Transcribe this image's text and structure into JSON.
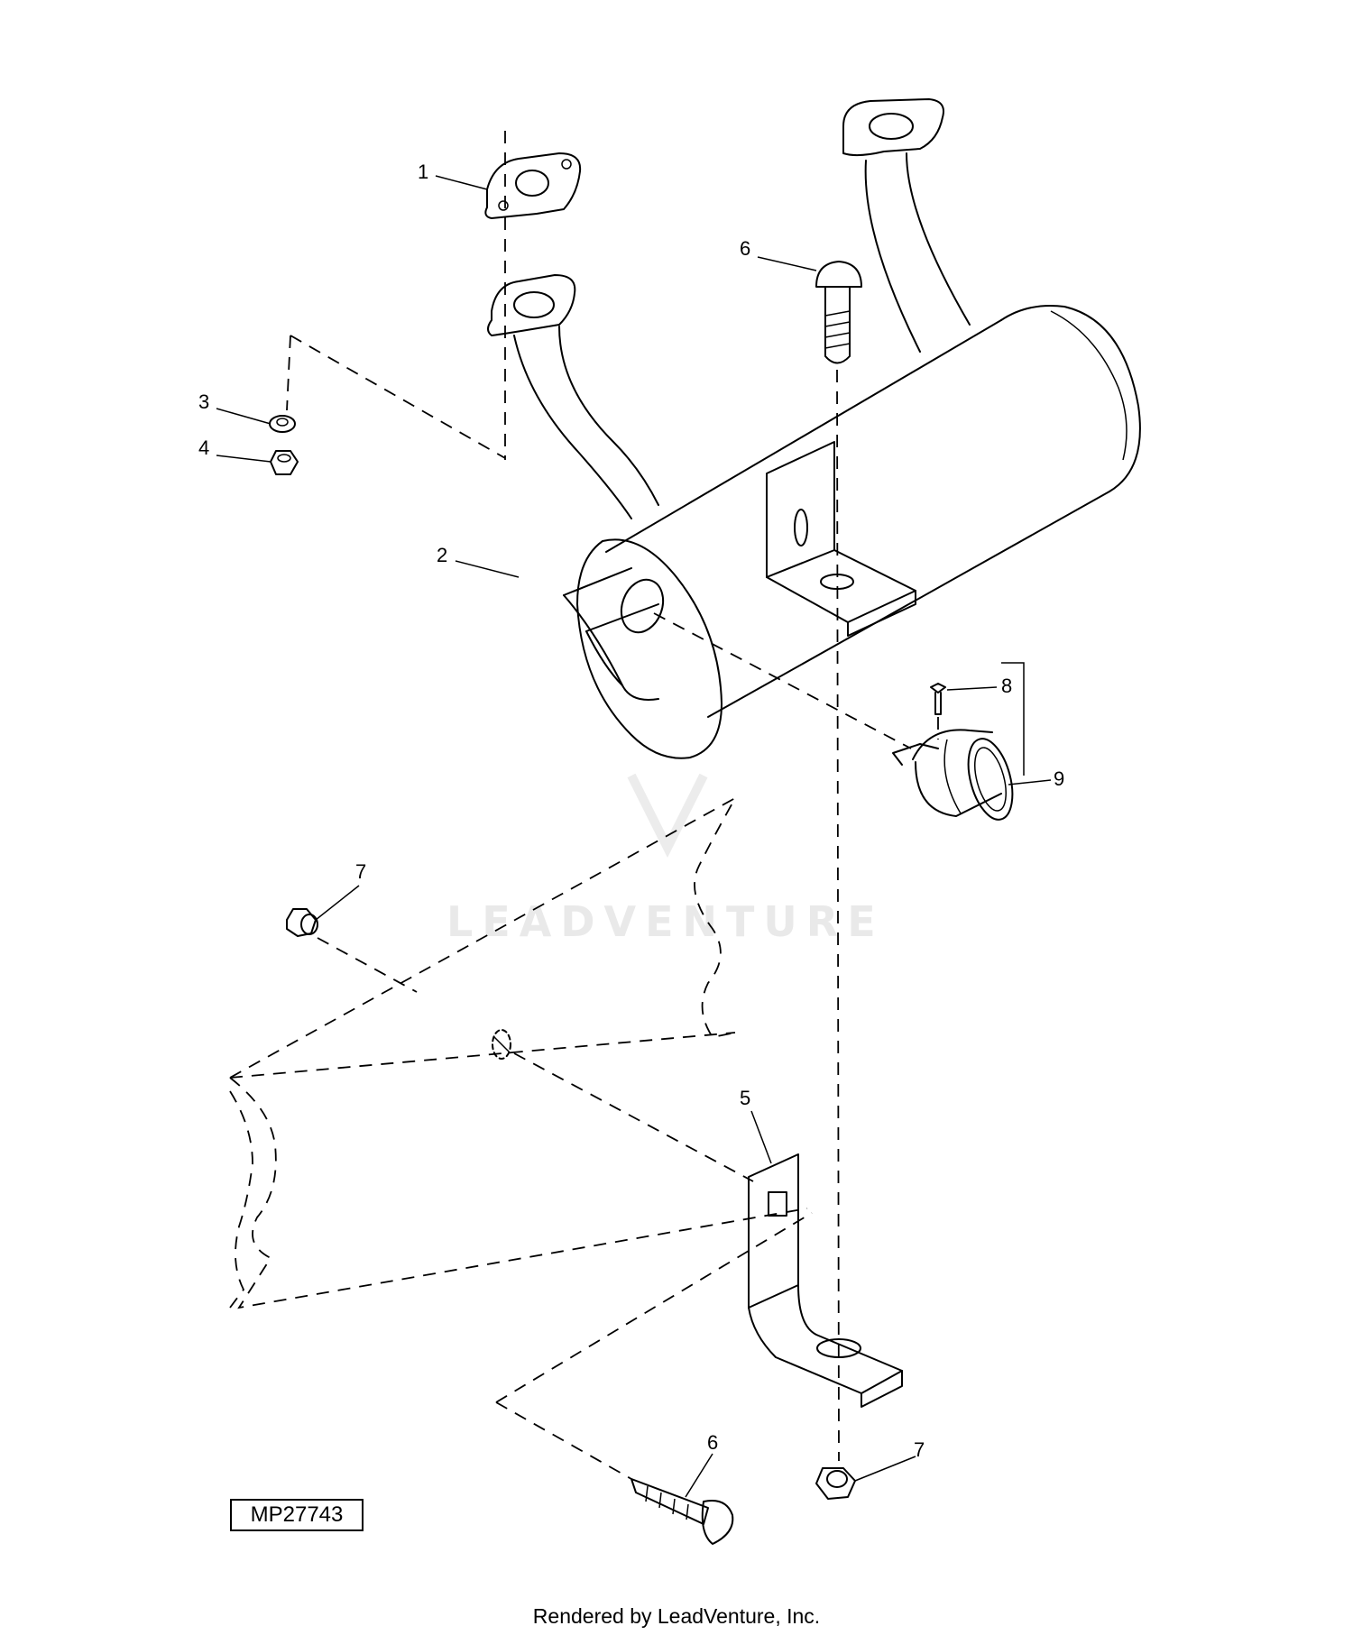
{
  "diagram": {
    "drawing_id": "MP27743",
    "footer": "Rendered by LeadVenture, Inc.",
    "watermark": "LEADVENTURE",
    "callouts": [
      {
        "id": "c1",
        "label": "1"
      },
      {
        "id": "c2",
        "label": "2"
      },
      {
        "id": "c3",
        "label": "3"
      },
      {
        "id": "c4",
        "label": "4"
      },
      {
        "id": "c5",
        "label": "5"
      },
      {
        "id": "c6a",
        "label": "6"
      },
      {
        "id": "c6b",
        "label": "6"
      },
      {
        "id": "c7a",
        "label": "7"
      },
      {
        "id": "c7b",
        "label": "7"
      },
      {
        "id": "c8",
        "label": "8"
      },
      {
        "id": "c9",
        "label": "9"
      }
    ]
  }
}
